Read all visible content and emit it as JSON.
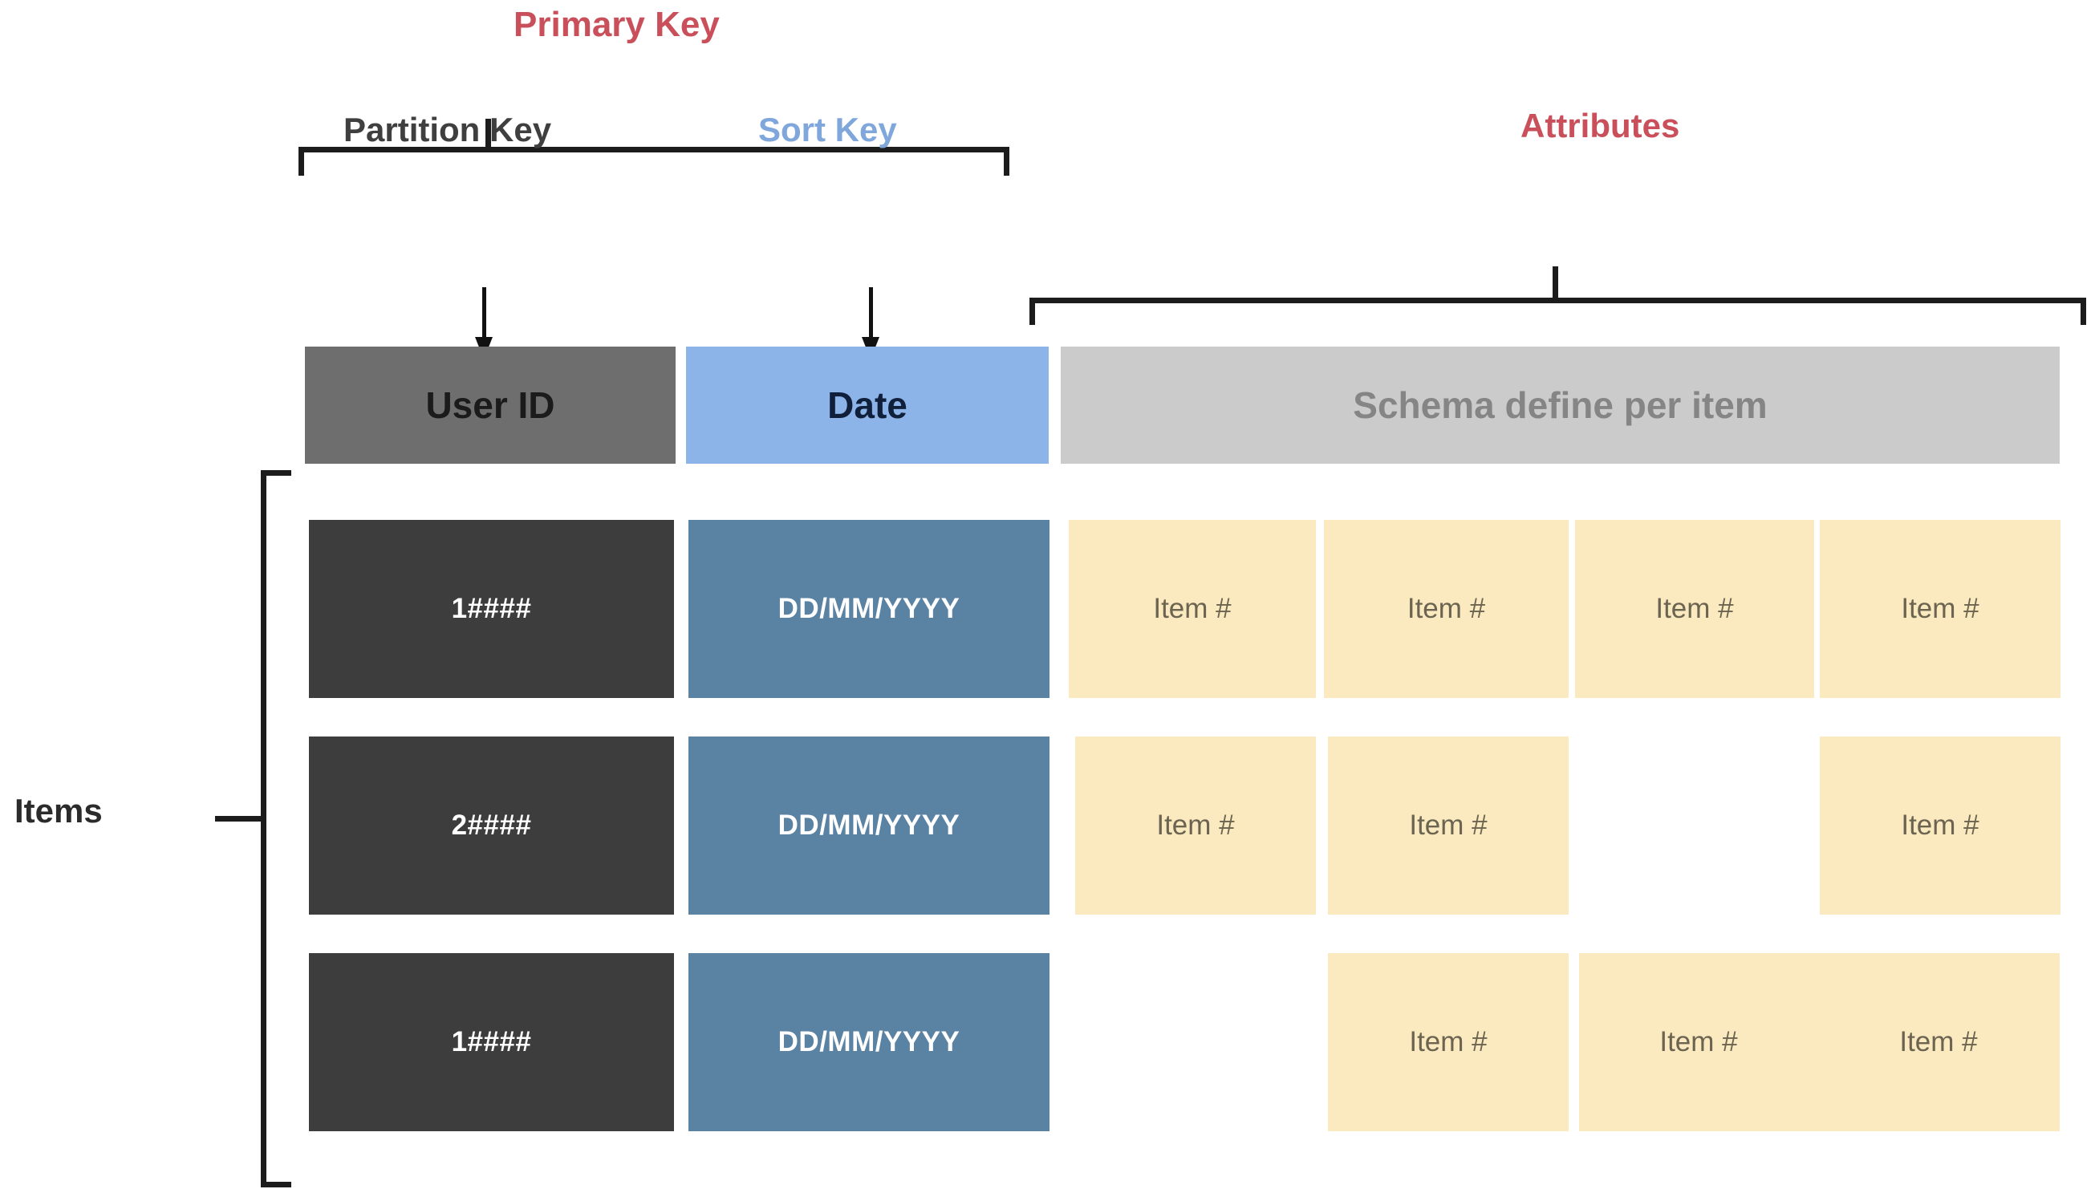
{
  "diagram": {
    "title_labels": {
      "primary_key": "Primary Key",
      "attributes": "Attributes",
      "partition_key": "Partition Key",
      "sort_key": "Sort Key",
      "items": "Items"
    },
    "colors": {
      "accent_red": "#C9505A",
      "sort_key_blue": "#7FA7DB",
      "header_userid_bg": "#6E6E6E",
      "header_date_bg": "#8DB4E8",
      "header_schema_bg": "#CBCBCB",
      "row_userid_bg": "#3D3D3D",
      "row_date_bg": "#5A82A3",
      "attribute_bg": "#FBE9C0",
      "bracket": "#1C1C1C"
    },
    "header_row": {
      "user_id": "User ID",
      "date": "Date",
      "schema": "Schema define per item"
    },
    "attribute_label": "Item #",
    "rows": [
      {
        "user_id": "1####",
        "date": "DD/MM/YYYY",
        "attributes": [
          "Item #",
          "Item #",
          "Item #",
          "Item #"
        ]
      },
      {
        "user_id": "2####",
        "date": "DD/MM/YYYY",
        "attributes": [
          "Item #",
          "Item #",
          "",
          "Item #"
        ]
      },
      {
        "user_id": "1####",
        "date": "DD/MM/YYYY",
        "attributes": [
          "",
          "Item #",
          "Item #",
          "Item #"
        ]
      }
    ]
  }
}
